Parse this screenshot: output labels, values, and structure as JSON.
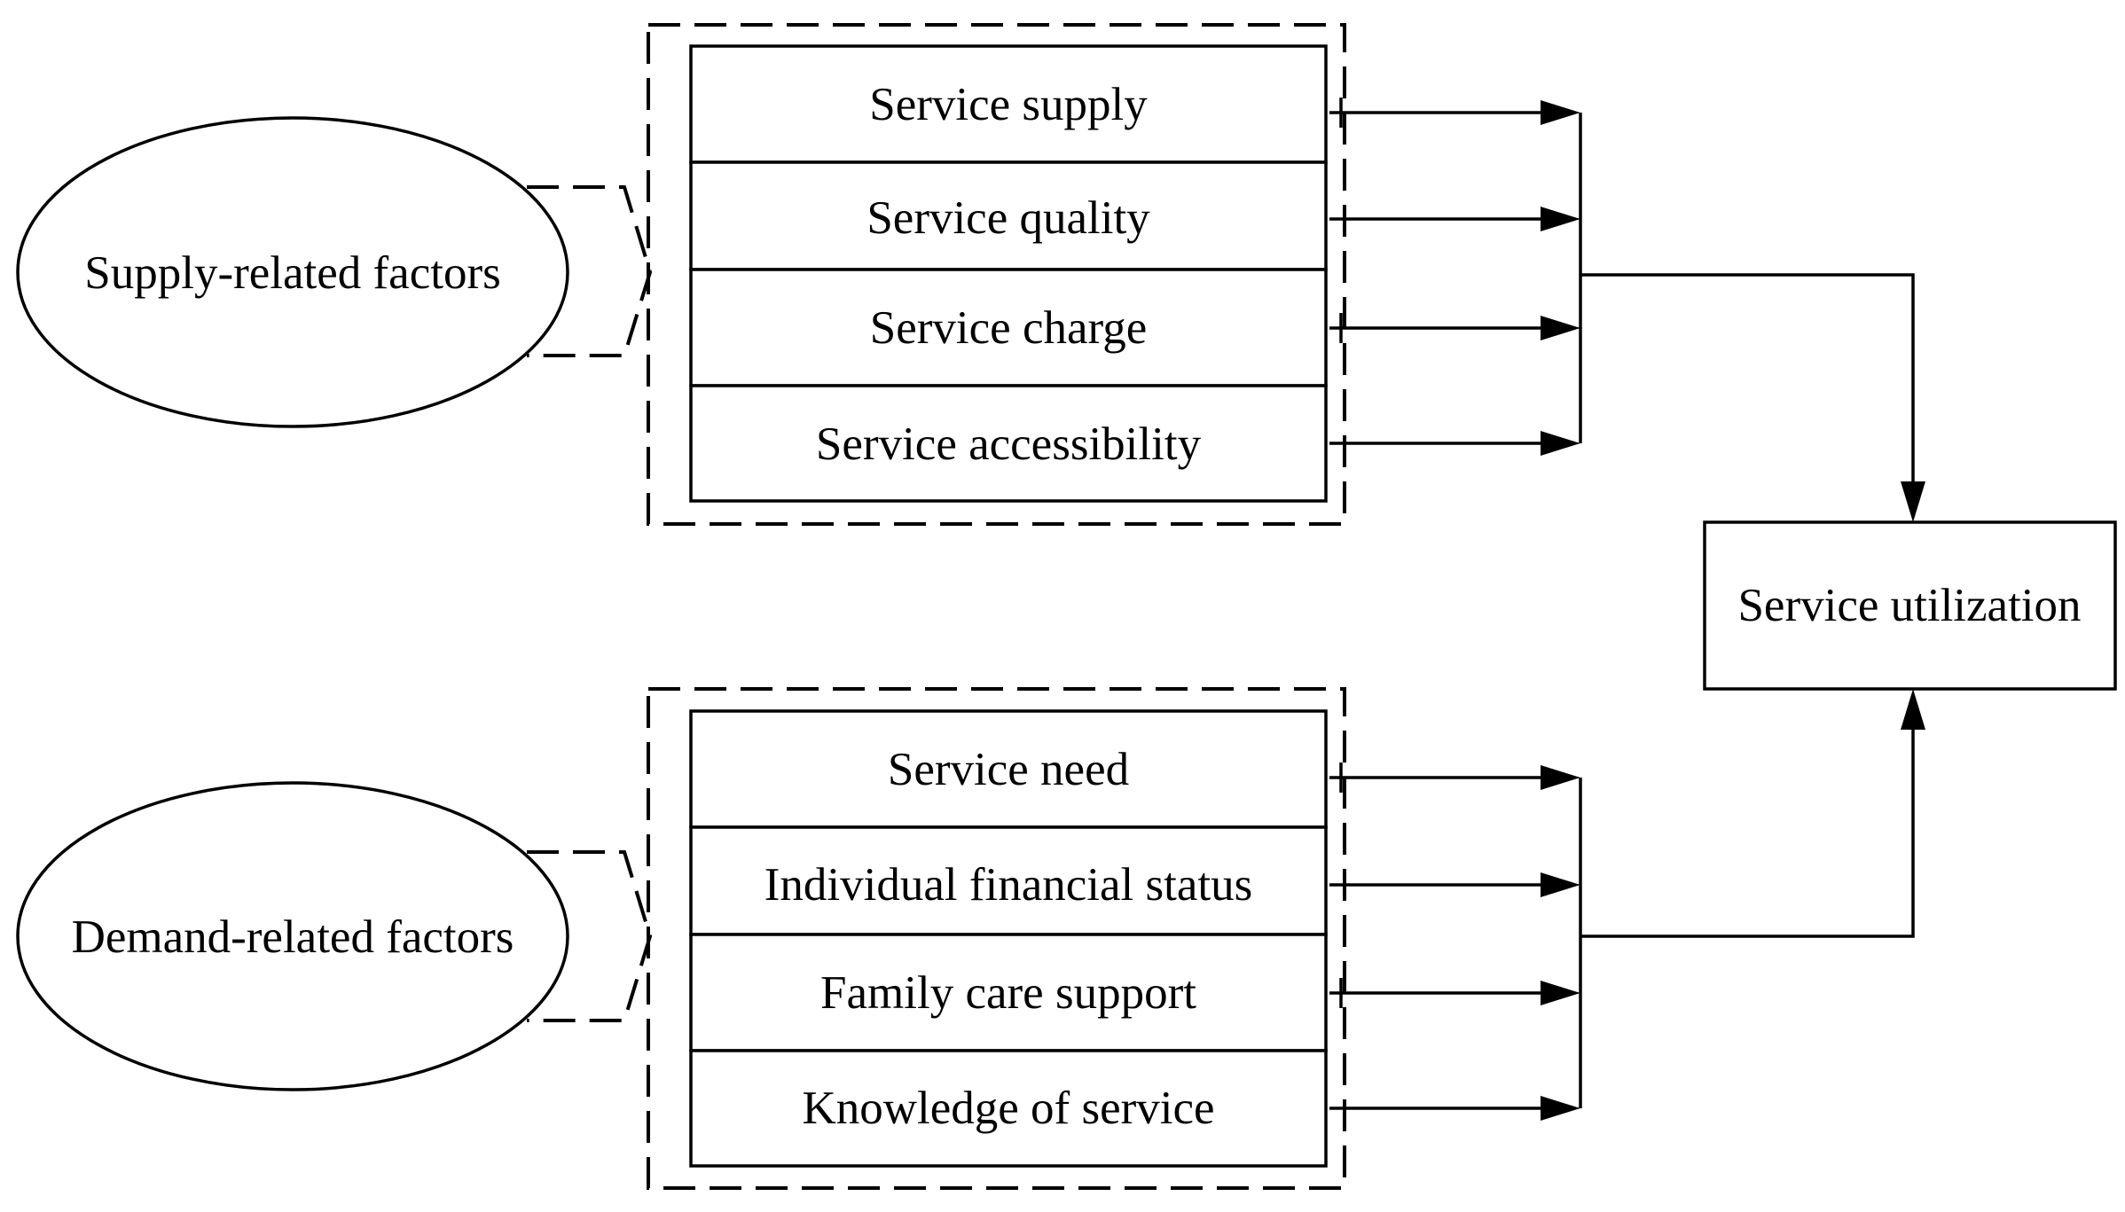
{
  "groups": {
    "supply": {
      "label": "Supply-related factors",
      "items": [
        "Service supply",
        "Service quality",
        "Service charge",
        "Service accessibility"
      ]
    },
    "demand": {
      "label": "Demand-related factors",
      "items": [
        "Service need",
        "Individual financial status",
        "Family care support",
        "Knowledge of service"
      ]
    }
  },
  "outcome": {
    "label": "Service utilization"
  }
}
